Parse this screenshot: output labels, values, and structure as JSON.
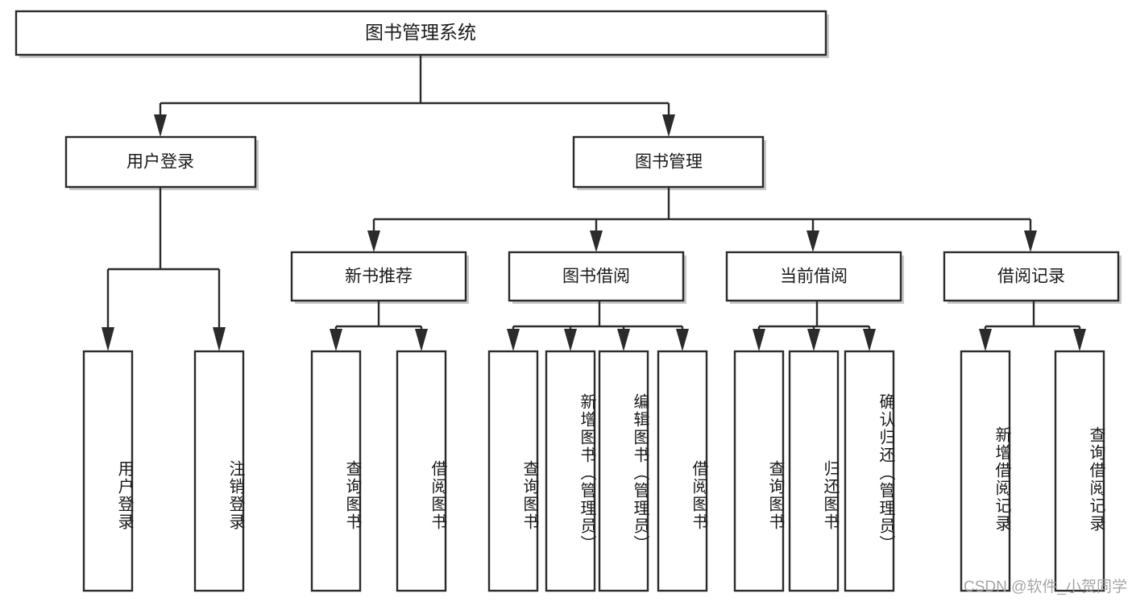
{
  "diagram": {
    "type": "tree-hierarchy",
    "title": "图书管理系统",
    "root": {
      "label": "图书管理系统",
      "children": [
        {
          "label": "用户登录",
          "children": [
            {
              "label": "用户登录"
            },
            {
              "label": "注销登录"
            }
          ]
        },
        {
          "label": "图书管理",
          "children": [
            {
              "label": "新书推荐",
              "children": [
                {
                  "label": "查询图书"
                },
                {
                  "label": "借阅图书"
                }
              ]
            },
            {
              "label": "图书借阅",
              "children": [
                {
                  "label": "查询图书"
                },
                {
                  "label": "新增图书（管理员）"
                },
                {
                  "label": "编辑图书（管理员）"
                },
                {
                  "label": "借阅图书"
                }
              ]
            },
            {
              "label": "当前借阅",
              "children": [
                {
                  "label": "查询图书"
                },
                {
                  "label": "归还图书"
                },
                {
                  "label": "确认归还（管理员）"
                }
              ]
            },
            {
              "label": "借阅记录",
              "children": [
                {
                  "label": "新增借阅记录"
                },
                {
                  "label": "查询借阅记录"
                }
              ]
            }
          ]
        }
      ]
    },
    "nodes": {
      "root_title": "图书管理系统",
      "l1_user_login": "用户登录",
      "l1_book_mgmt": "图书管理",
      "l2_new_book": "新书推荐",
      "l2_book_borrow": "图书借阅",
      "l2_current_borrow": "当前借阅",
      "l2_borrow_record": "借阅记录",
      "leaf_user_login": "用户登录",
      "leaf_logout": "注销登录",
      "leaf_nb_query": "查询图书",
      "leaf_nb_borrow": "借阅图书",
      "leaf_bb_query": "查询图书",
      "leaf_bb_add": "新增图书（管理员）",
      "leaf_bb_edit": "编辑图书（管理员）",
      "leaf_bb_borrow": "借阅图书",
      "leaf_cb_query": "查询图书",
      "leaf_cb_return": "归还图书",
      "leaf_cb_confirm": "确认归还（管理员）",
      "leaf_br_add": "新增借阅记录",
      "leaf_br_query": "查询借阅记录"
    },
    "colors": {
      "stroke": "#2b2b2b",
      "fill": "#ffffff",
      "text": "#1a1a1a",
      "shadow": "#9a9a9a",
      "watermark": "#9e9e9e"
    }
  },
  "watermark": {
    "text": "CSDN @软件_小贺同学"
  }
}
